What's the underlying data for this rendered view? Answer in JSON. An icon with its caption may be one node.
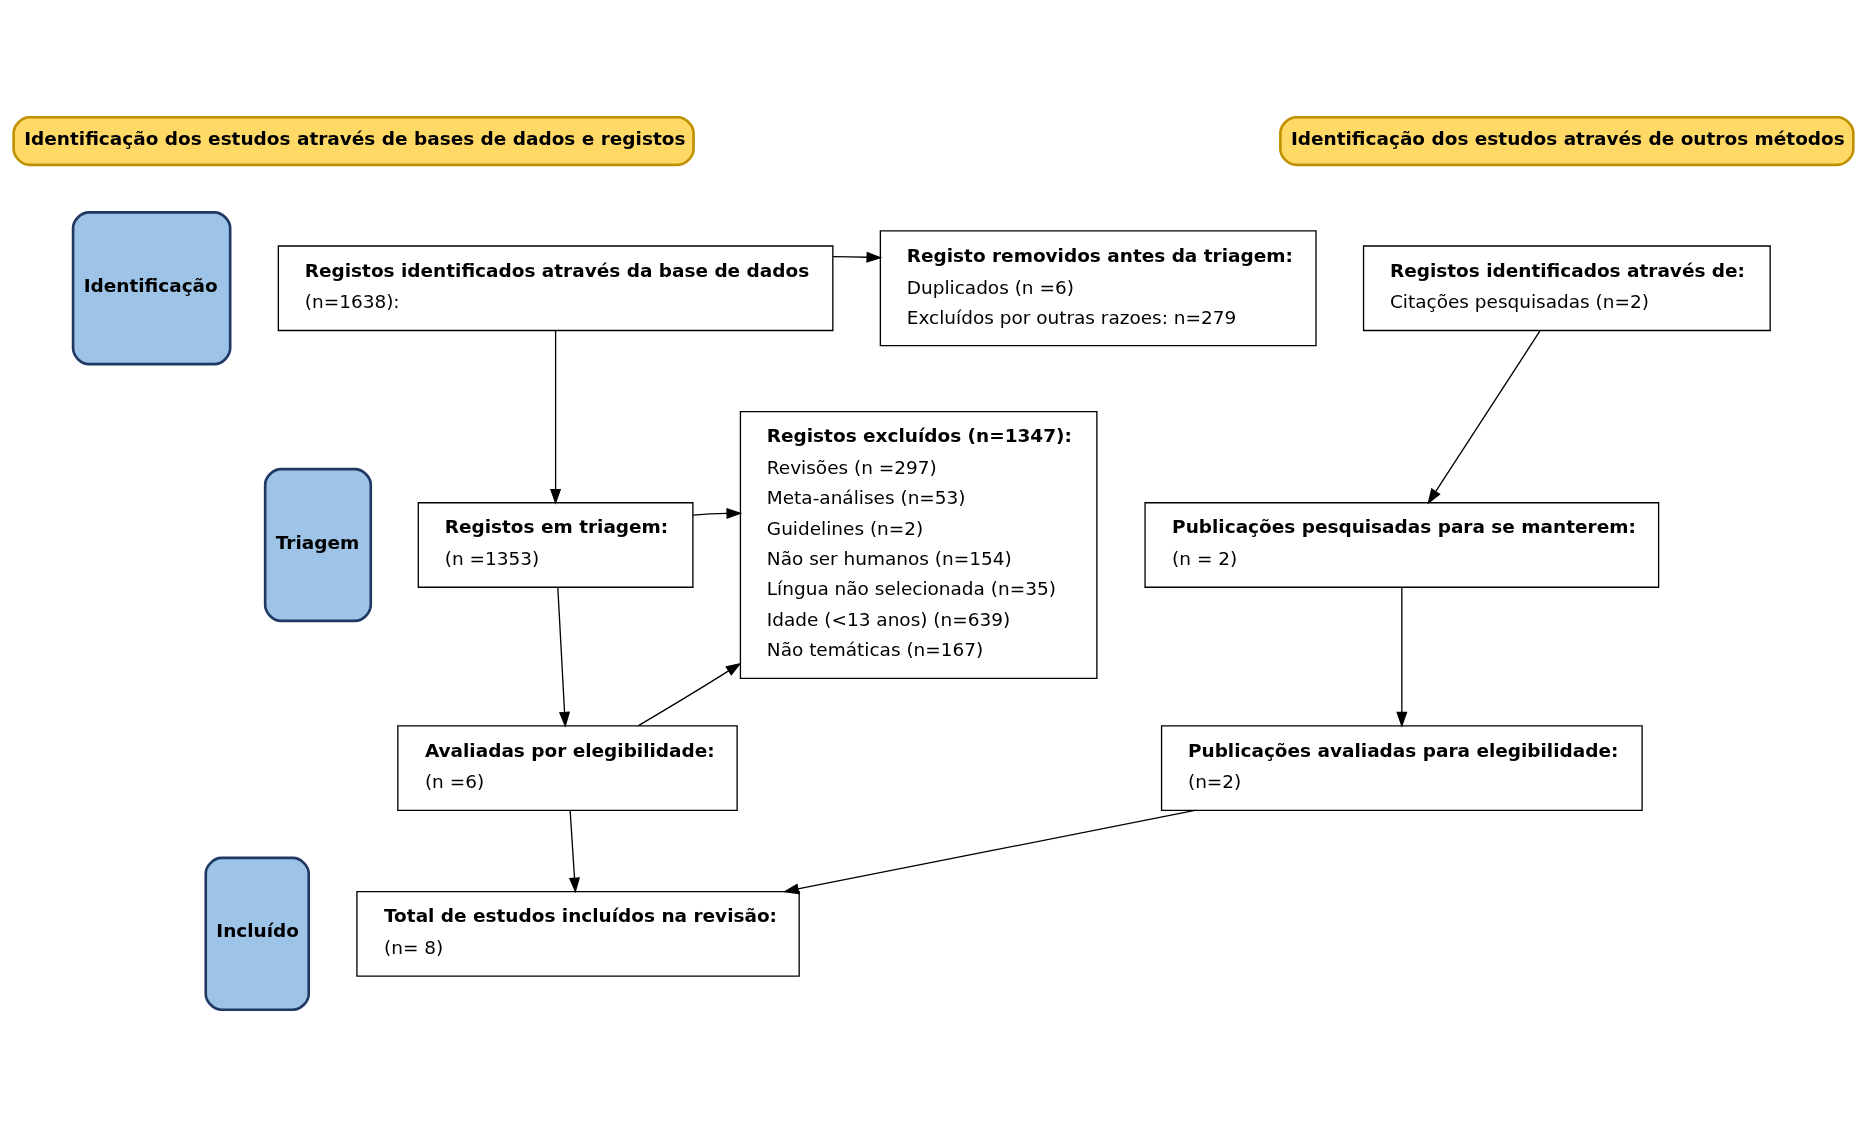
{
  "diagram": {
    "nodes": [
      {
        "text": [
          "Identificação dos estudos através de bases de dados e registos"
        ]
      },
      {
        "text": [
          "Identificação dos estudos através de outros métodos"
        ]
      },
      {
        "text": [
          "Identificação"
        ]
      },
      {
        "text": [
          "Triagem"
        ]
      },
      {
        "text": [
          "Incluído"
        ]
      },
      {
        "text": [
          "Registos identificados através da base de dados",
          "(n=1638):"
        ]
      },
      {
        "text": [
          "Registo removidos antes da triagem:",
          "Duplicados (n =6)",
          "Excluídos por outras razoes: n=279"
        ]
      },
      {
        "text": [
          "Registos em triagem:",
          "(n =1353)"
        ]
      },
      {
        "text": [
          "Registos excluídos (n=1347):",
          "Revisões (n =297)",
          "Meta-análises (n=53)",
          "Guidelines (n=2)",
          "Não ser humanos (n=154)",
          "Língua não selecionada (n=35)",
          "Idade (<13 anos) (n=639)",
          "Não temáticas (n=167)"
        ]
      },
      {
        "text": [
          "Avaliadas por elegibilidade:",
          "(n =6)"
        ]
      },
      {
        "text": [
          "Total de estudos incluídos na revisão:",
          "(n= 8)"
        ]
      },
      {
        "text": [
          "Registos identificados através de:",
          "Citações pesquisadas (n=2)"
        ]
      },
      {
        "text": [
          "Publicações pesquisadas para se manterem:",
          "(n = 2)"
        ]
      },
      {
        "text": [
          "Publicações avaliadas para elegibilidade:",
          "(n=2)"
        ]
      }
    ],
    "edges": [
      {
        "from": 5,
        "to": 6,
        "arrow": "to"
      },
      {
        "from": 5,
        "to": 7,
        "arrow": "to"
      },
      {
        "from": 7,
        "to": 8,
        "arrow": "to"
      },
      {
        "from": 7,
        "to": 9,
        "arrow": "to"
      },
      {
        "from": 9,
        "to": 8,
        "arrow": "to"
      },
      {
        "from": 9,
        "to": 10,
        "arrow": "to"
      },
      {
        "from": 11,
        "to": 12,
        "arrow": "to"
      },
      {
        "from": 12,
        "to": 13,
        "arrow": "to"
      },
      {
        "from": 13,
        "to": 10,
        "arrow": "to"
      }
    ]
  }
}
